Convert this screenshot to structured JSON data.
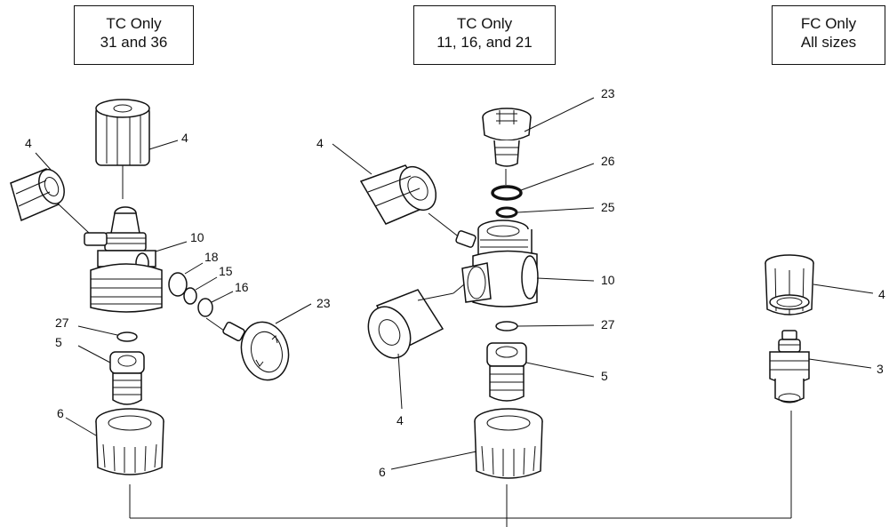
{
  "boxes": {
    "tc_31_36": {
      "line1": "TC Only",
      "line2": "31 and 36"
    },
    "tc_11_16_21": {
      "line1": "TC Only",
      "line2": "11, 16, and 21"
    },
    "fc_all": {
      "line1": "FC Only",
      "line2": "All sizes"
    }
  },
  "callouts_left": {
    "nut_top": "4",
    "nut_left": "4",
    "body": "10",
    "oring_18": "18",
    "oring_15": "15",
    "oring_16": "16",
    "knob": "23",
    "oring_27": "27",
    "adapter": "5",
    "coupling": "6"
  },
  "callouts_middle": {
    "nut_left": "4",
    "knob": "23",
    "oring_26": "26",
    "oring_25": "25",
    "body": "10",
    "nut_bottom": "4",
    "oring_27": "27",
    "adapter": "5",
    "coupling": "6"
  },
  "callouts_right": {
    "nut": "4",
    "adapter": "3"
  }
}
